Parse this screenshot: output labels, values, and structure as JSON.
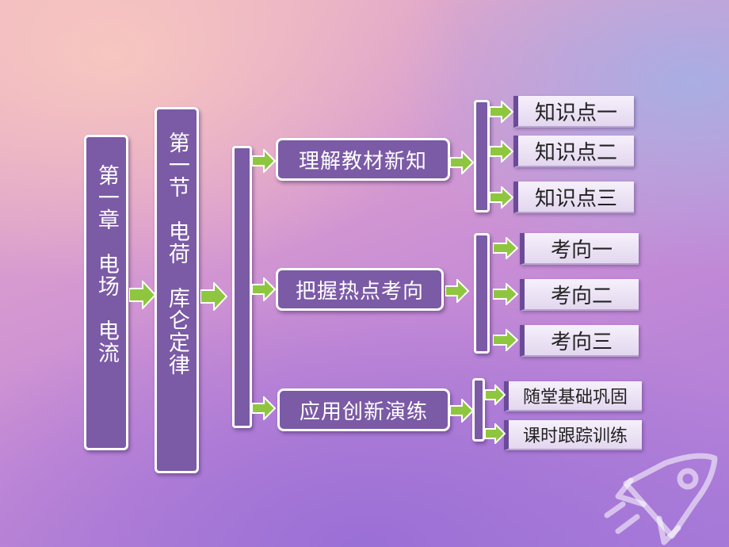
{
  "chapter": {
    "title": "第一章　电场　电流"
  },
  "section": {
    "title": "第一节　电荷　库仑定律"
  },
  "branches": [
    {
      "label": "理解教材新知",
      "children": [
        "知识点一",
        "知识点二",
        "知识点三"
      ]
    },
    {
      "label": "把握热点考向",
      "children": [
        "考向一",
        "考向二",
        "考向三"
      ]
    },
    {
      "label": "应用创新演练",
      "children": [
        "随堂基础巩固",
        "课时跟踪训练"
      ]
    }
  ],
  "colors": {
    "box": "#7b5aa6",
    "arrow": "#8fc63f",
    "leaf_bg": "#ece3f4"
  },
  "icons": {
    "arrow": "green-right-arrow-icon",
    "decoration": "rocket-outline-icon"
  }
}
